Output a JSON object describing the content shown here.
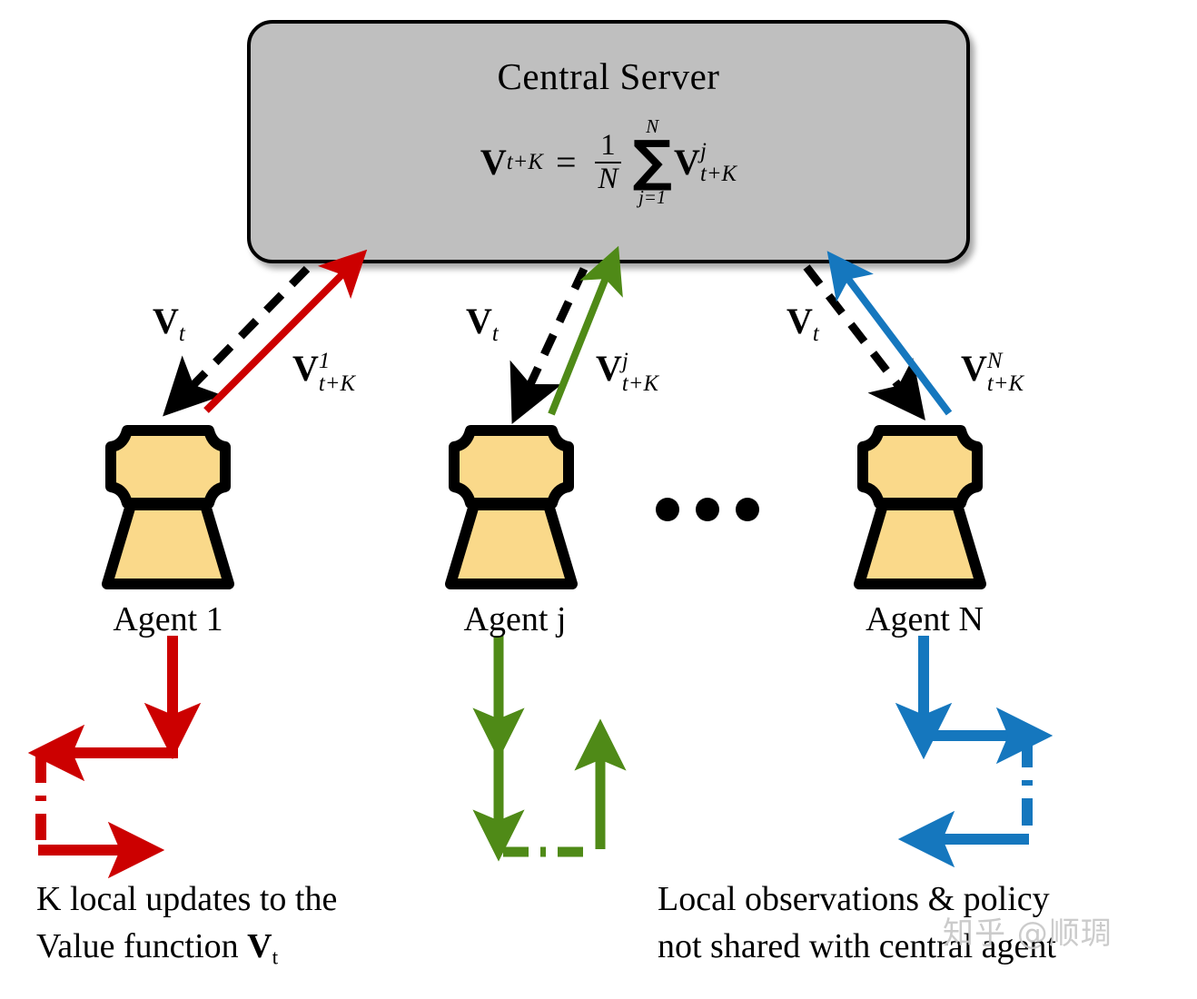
{
  "figure": {
    "type": "federated-reinforcement-learning-architecture",
    "background_color": "#ffffff"
  },
  "server": {
    "title": "Central Server",
    "box_color": "#bfbfbf",
    "border_color": "#000000",
    "formula": {
      "lhs_symbol": "V",
      "lhs_subscript": "t+K",
      "equals": "=",
      "fraction_numerator": "1",
      "fraction_denominator": "N",
      "sum_symbol": "∑",
      "sum_upper_limit": "N",
      "sum_lower_limit": "j=1",
      "rhs_symbol": "V",
      "rhs_superscript": "j",
      "rhs_subscript": "t+K"
    }
  },
  "links": [
    {
      "id": "agent-1",
      "down_label_symbol": "V",
      "down_label_subscript": "t",
      "up_label_symbol": "V",
      "up_label_superscript": "1",
      "up_label_subscript": "t+K",
      "up_arrow_color": "#cc0000",
      "down_arrow_color": "#000000",
      "down_arrow_style": "dashed"
    },
    {
      "id": "agent-j",
      "down_label_symbol": "V",
      "down_label_subscript": "t",
      "up_label_symbol": "V",
      "up_label_superscript": "j",
      "up_label_subscript": "t+K",
      "up_arrow_color": "#4f8a17",
      "down_arrow_color": "#000000",
      "down_arrow_style": "dashed"
    },
    {
      "id": "agent-N",
      "down_label_symbol": "V",
      "down_label_subscript": "t",
      "up_label_symbol": "V",
      "up_label_superscript": "N",
      "up_label_subscript": "t+K",
      "up_arrow_color": "#1577be",
      "down_arrow_color": "#000000",
      "down_arrow_style": "dashed"
    }
  ],
  "agents": [
    {
      "label": "Agent 1",
      "body_color": "#fad98a",
      "outline_color": "#000000",
      "loop_color": "#cc0000"
    },
    {
      "label": "Agent j",
      "body_color": "#fad98a",
      "outline_color": "#000000",
      "loop_color": "#4f8a17"
    },
    {
      "label": "Agent N",
      "body_color": "#fad98a",
      "outline_color": "#000000",
      "loop_color": "#1577be"
    }
  ],
  "ellipsis": {
    "glyph": "●",
    "count": 3,
    "meaning": "more agents between agent j and agent N"
  },
  "captions": {
    "left_line1": "K local updates to the",
    "left_line2_pre": "Value function ",
    "left_line2_symbol": "V",
    "left_line2_subscript": "t",
    "right_line1": "Local observations & policy",
    "right_line2": "not shared with central agent"
  },
  "watermark": {
    "text": "知乎 @顺琱",
    "color": "#c9c9c9"
  }
}
